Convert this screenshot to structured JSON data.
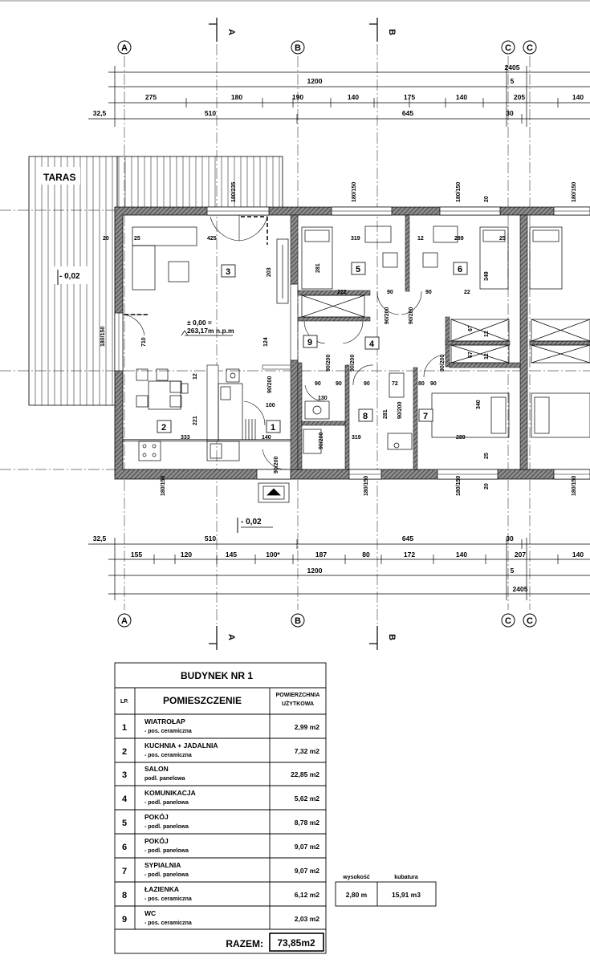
{
  "plan": {
    "axes": {
      "a": "A",
      "b": "B",
      "c": "C"
    },
    "sections": {
      "a": "A",
      "b": "B"
    },
    "terrace_label": "TARAS",
    "terrace_level": "- 0,02",
    "entrance_level": "- 0,02",
    "zero_level_line1": "± 0,00 =",
    "zero_level_line2": "263,17m n.p.m",
    "top_dims": {
      "total": "1200",
      "total2": "2405",
      "five": "5",
      "offset": "32,5",
      "seg_a": [
        "275",
        "180",
        "190",
        "140",
        "175",
        "140",
        "205",
        "140"
      ],
      "seg_b": [
        "510",
        "645",
        "30"
      ]
    },
    "bottom_dims": {
      "total": "1200",
      "total2": "2405",
      "five": "5",
      "offset": "32,5",
      "seg_a": [
        "155",
        "120",
        "145",
        "100*",
        "187",
        "80",
        "172",
        "140",
        "207",
        "140"
      ],
      "seg_b": [
        "510",
        "645",
        "30"
      ]
    },
    "room_numbers": [
      "1",
      "2",
      "3",
      "4",
      "5",
      "6",
      "7",
      "8",
      "9"
    ],
    "inner_dims": {
      "d_20a": "20",
      "d_25a": "25",
      "d_425": "425",
      "d_319a": "319",
      "d_12a": "12",
      "d_289": "289",
      "d_25b": "25",
      "d_281a": "281",
      "d_203": "203",
      "d_349": "349",
      "d_222": "222",
      "d_90a": "90",
      "d_90b": "90",
      "d_22": "22",
      "d_124": "124",
      "d_710": "710",
      "d_12b": "12",
      "d_221": "221",
      "d_333": "333",
      "d_100": "100",
      "d_140": "140",
      "d_130": "130",
      "d_90c": "90",
      "d_90d": "90",
      "d_90e": "90",
      "d_72": "72",
      "d_80": "80",
      "d_90f": "90",
      "d_281b": "281",
      "d_319b": "319",
      "d_340": "340",
      "d_289b": "289",
      "d_25c": "25",
      "d_20b": "20",
      "d_12c": "12",
      "d_12d": "12",
      "d_67a": "67",
      "d_67b": "67",
      "d_20c": "20"
    },
    "window_tags": {
      "w1": "180/235",
      "w2": "180/150",
      "w3": "180/150",
      "w4": "180/150",
      "w5": "180/150",
      "w6": "180/150",
      "w7": "90/200",
      "w8": "180/150",
      "w9": "180/150",
      "w10": "90/200",
      "w11": "90/200",
      "w12": "90/200",
      "w13": "90/200",
      "w14": "90/200",
      "w15": "90/200",
      "w16": "90/200",
      "w17": "90/200",
      "w18": "180/150"
    }
  },
  "table": {
    "title": "BUDYNEK NR 1",
    "col_lp": "LP.",
    "col_room": "POMIESZCZENIE",
    "col_area_1": "POWIERZCHNIA",
    "col_area_2": "UŻYTKOWA",
    "rows": [
      {
        "lp": "1",
        "name": "WIATROŁAP",
        "finish": "- pos. ceramiczna",
        "area": "2,99 m2"
      },
      {
        "lp": "2",
        "name": "KUCHNIA + JADALNIA",
        "finish": "- pos. ceramiczna",
        "area": "7,32 m2"
      },
      {
        "lp": "3",
        "name": "SALON",
        "finish": "podl. panelowa",
        "area": "22,85 m2"
      },
      {
        "lp": "4",
        "name": "KOMUNIKACJA",
        "finish": "- podl. panelowa",
        "area": "5,62 m2"
      },
      {
        "lp": "5",
        "name": "POKÓJ",
        "finish": "- podl. panelowa",
        "area": "8,78 m2"
      },
      {
        "lp": "6",
        "name": "POKÓJ",
        "finish": "- podl. panelowa",
        "area": "9,07 m2"
      },
      {
        "lp": "7",
        "name": "SYPIALNIA",
        "finish": "- podl. panelowa",
        "area": "9,07 m2"
      },
      {
        "lp": "8",
        "name": "ŁAZIENKA",
        "finish": "- pos. ceramiczna",
        "area": "6,12 m2"
      },
      {
        "lp": "9",
        "name": "WC",
        "finish": "- pos. ceramiczna",
        "area": "2,03 m2"
      }
    ],
    "total_label": "RAZEM:",
    "total_value": "73,85m2",
    "side": {
      "h_label": "wysokość",
      "v_label": "kubatura",
      "h_value": "2,80 m",
      "v_value": "15,91 m3"
    }
  }
}
